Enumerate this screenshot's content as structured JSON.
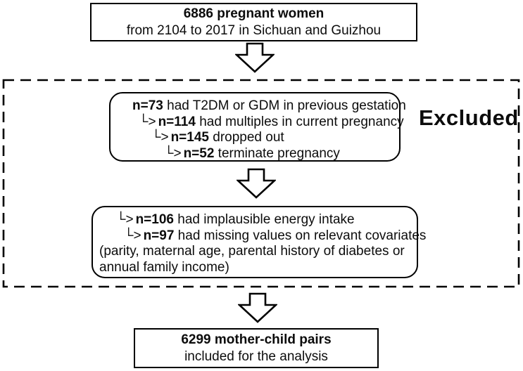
{
  "figure": {
    "title_hint": "Participant flow diagram",
    "colors": {
      "line": "#000000",
      "background": "#ffffff",
      "text": "#0c0c0c"
    },
    "icons": {
      "flow_arrow": "down-block-arrow",
      "branch_prefix": "corner-arrow"
    },
    "top_box": {
      "line1": "6886 pregnant women",
      "line2": "from 2104 to 2017 in Sichuan and Guizhou"
    },
    "excluded_label": "Excluded",
    "exclusion_box_1": {
      "lines": [
        {
          "prefix": "",
          "n": "n=73",
          "text": " had T2DM or GDM in previous gestation"
        },
        {
          "prefix": "└>",
          "n": "n=114",
          "text": " had multiples in current pregnancy"
        },
        {
          "prefix": "└>",
          "n": "n=145",
          "text": " dropped out"
        },
        {
          "prefix": "└>",
          "n": "n=52",
          "text": " terminate pregnancy"
        }
      ]
    },
    "exclusion_box_2": {
      "lines": [
        {
          "prefix": "└>",
          "n": "n=106",
          "text": " had implausible energy intake"
        },
        {
          "prefix": "└>",
          "n": "n=97",
          "text": " had missing values on relevant covariates"
        },
        {
          "prefix": "",
          "n": "",
          "text": "(parity, maternal age, parental history of diabetes or"
        },
        {
          "prefix": "",
          "n": "",
          "text": "annual family income)"
        }
      ]
    },
    "bottom_box": {
      "line1": "6299 mother-child pairs",
      "line2": "included for the analysis"
    }
  }
}
